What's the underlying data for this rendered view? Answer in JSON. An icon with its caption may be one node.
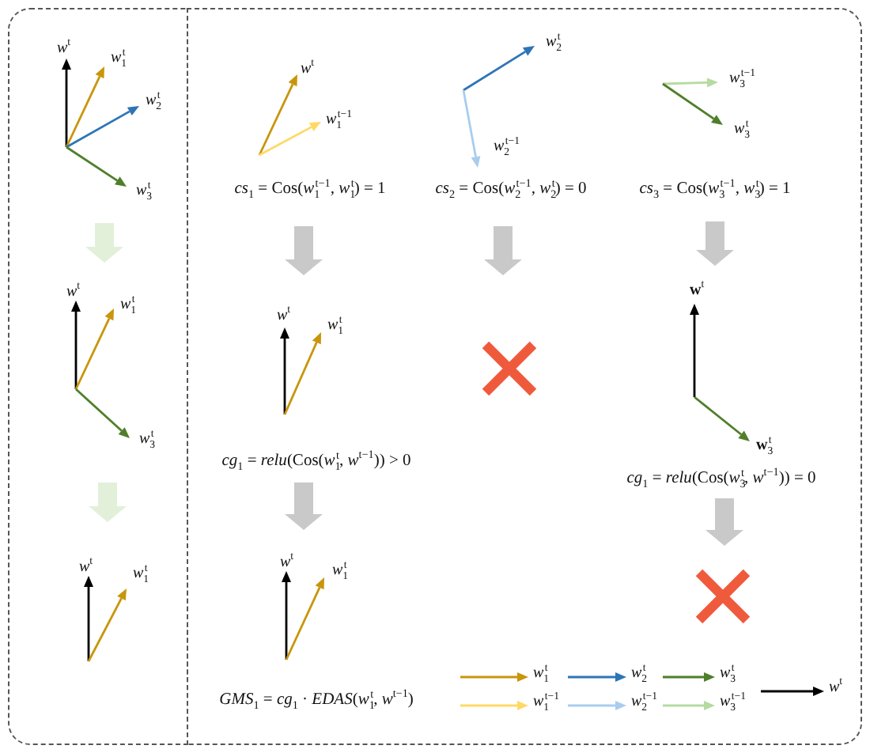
{
  "diagram": {
    "nodes": [
      {
        "text": [],
        "shape": "box"
      },
      {
        "text": [],
        "shape": "box"
      }
    ],
    "labels": [
      "*w*$^{t}$",
      "*w*$_{1}$$^{t}$",
      "*w*$_{2}$$^{t}$",
      "*w*$_{3}$$^{t}$",
      "*w*$^{t}$",
      "*w*$_{1}$$^{t}$",
      "*w*$_{3}$$^{t}$",
      "*w*$^{t}$",
      "*w*$_{1}$$^{t}$",
      "*w*$^{t}$",
      "*w*$_{1}$$^{t−1}$",
      "*cs*$_{1}$ = Cos(*w*$_{1}$$^{t−1}$, *w*$_{1}$$^{t}$) = 1",
      "*w*$^{t}$",
      "*w*$_{1}$$^{t}$",
      "*cg*$_{1}$ = *relu*(Cos(*w*$_{1}$$^{t}$, *w*$^{t−1}$)) > 0",
      "*w*$^{t}$",
      "*w*$_{1}$$^{t}$",
      "*GMS*$_{1}$ = *cg*$_{1}$ · *EDAS*(*w*$_{1}$$^{t}$, *w*$^{t−1}$)",
      "*w*$_{2}$$^{t}$",
      "*w*$_{2}$$^{t−1}$",
      "*cs*$_{2}$ = Cos(*w*$_{2}$$^{t−1}$, *w*$_{2}$$^{t}$) = 0",
      "*w*$_{3}$$^{t−1}$",
      "*w*$_{3}$$^{t}$",
      "*cs*$_{3}$ = Cos(*w*$_{3}$$^{t−1}$, *w*$_{3}$$^{t}$) = 1",
      "**w**$^{t}$",
      "**w**$_{3}$$^{t}$",
      "*cg*$_{1}$ = *relu*(Cos(*w*$_{3}$$^{t}$, *w*$^{t−1}$)) = 0"
    ],
    "legend": [
      {
        "text": "*w*$_{1}$$^{t}$"
      },
      {
        "text": "*w*$_{2}$$^{t}$"
      },
      {
        "text": "*w*$_{3}$$^{t}$"
      },
      {
        "text": "*w*$_{1}$$^{t−1}$"
      },
      {
        "text": "*w*$_{2}$$^{t−1}$"
      },
      {
        "text": "*w*$_{3}$$^{t−1}$"
      },
      {
        "text": "*w*$^{t}$"
      }
    ]
  }
}
